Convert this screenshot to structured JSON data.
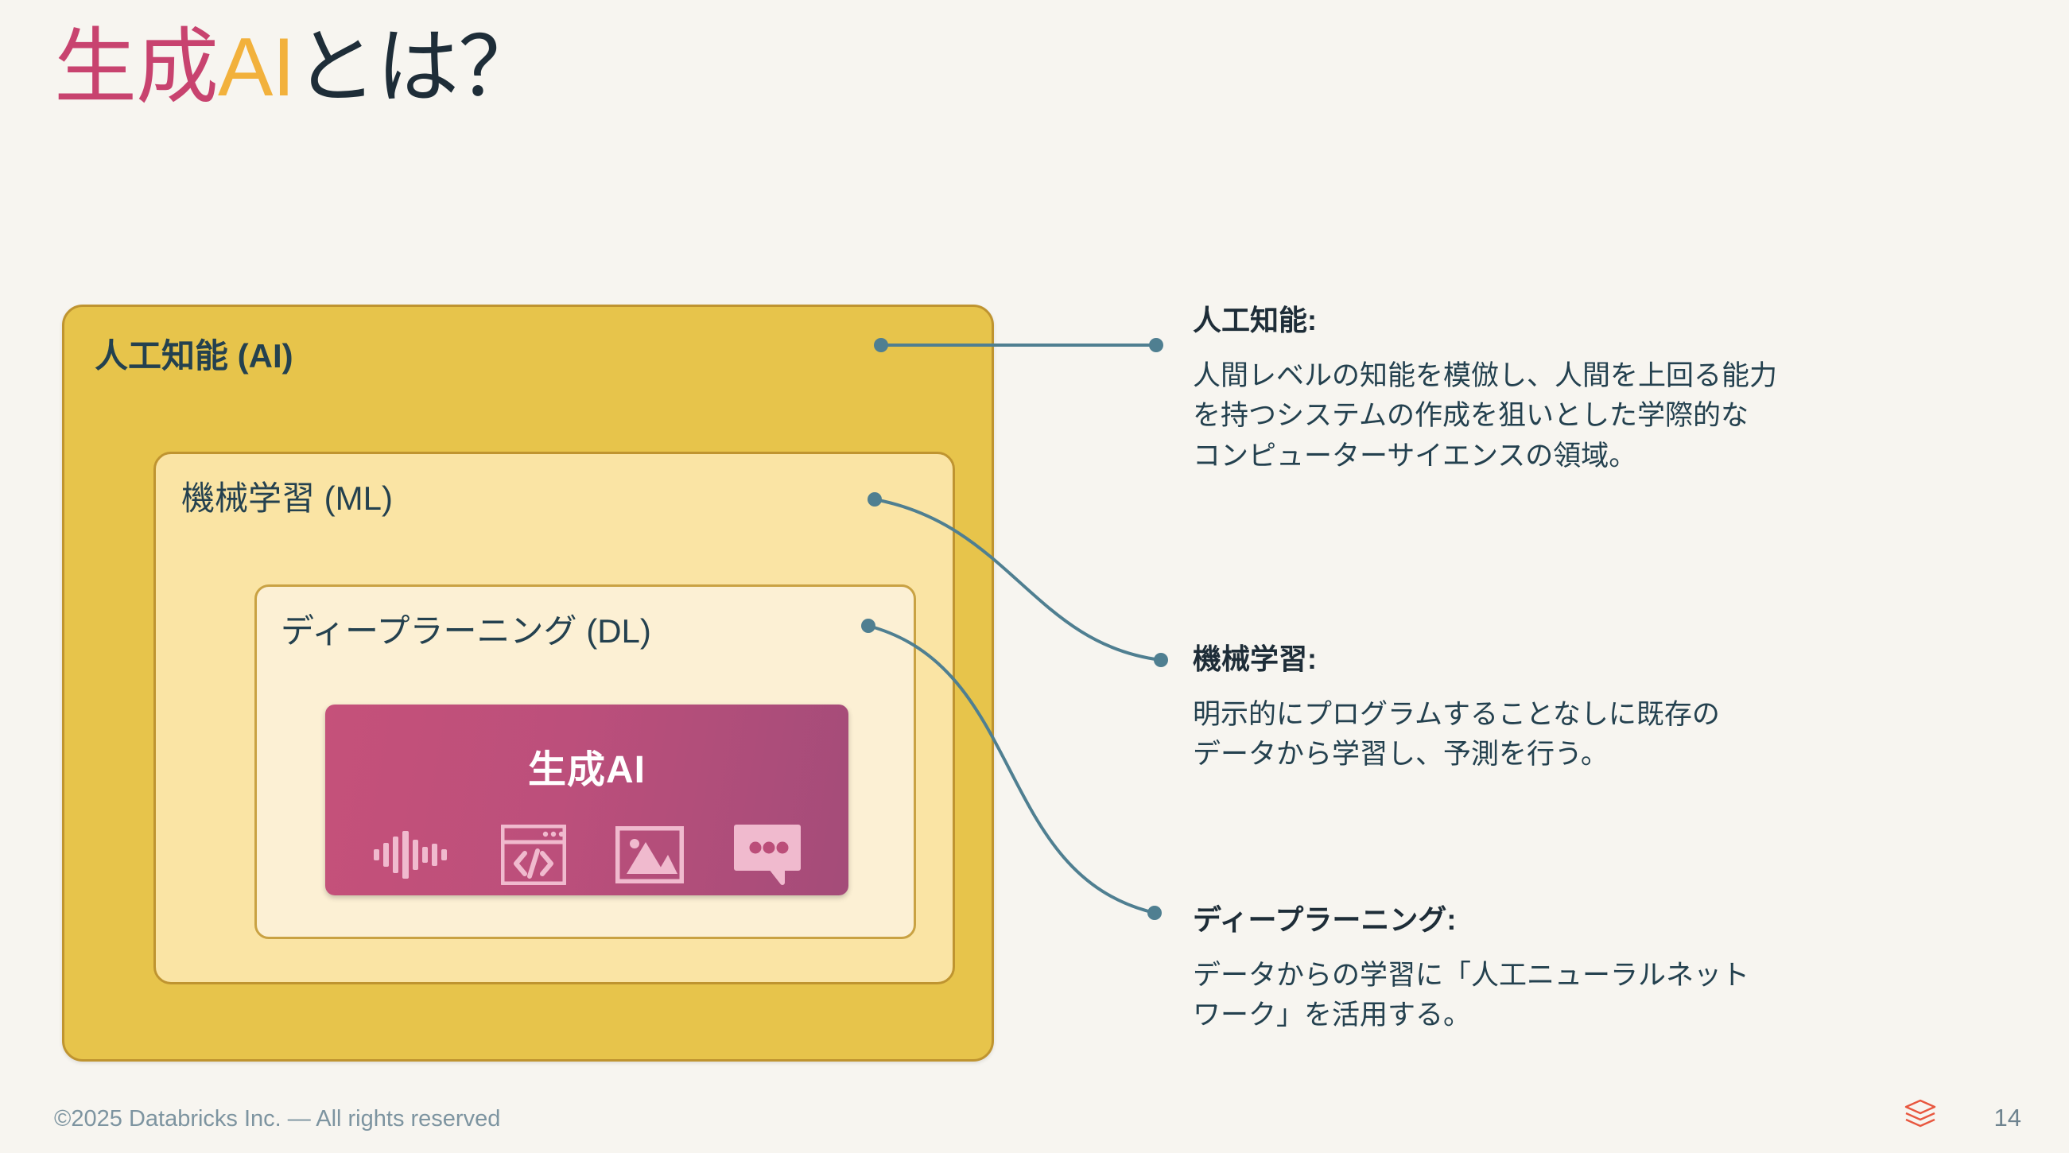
{
  "slide": {
    "title": {
      "part_pink": "生成",
      "part_amber": "AI",
      "part_navy": "とは？"
    },
    "colors": {
      "background": "#F7F5F0",
      "title_pink": "#C8436F",
      "title_amber": "#F2B13C",
      "title_navy": "#1E2D38",
      "ai_box": "#E7C44B",
      "ml_box": "#FAE4A4",
      "dl_box": "#FCF0D4",
      "gen_ai_box": "#C5517A",
      "box_border": "#BF9430",
      "connector": "#4F7F91",
      "footer_text": "#7D94A0",
      "databricks_red": "#E8573F"
    }
  },
  "diagram": {
    "layers": [
      {
        "id": "ai",
        "label": "人工知能 (AI)"
      },
      {
        "id": "ml",
        "label": "機械学習 (ML)"
      },
      {
        "id": "dl",
        "label": "ディープラーニング (DL)"
      },
      {
        "id": "gen",
        "label": "生成AI"
      }
    ],
    "gen_ai_icons": [
      {
        "name": "audio-waveform-icon",
        "meaning": "音声"
      },
      {
        "name": "code-window-icon",
        "meaning": "コード"
      },
      {
        "name": "image-picture-icon",
        "meaning": "画像"
      },
      {
        "name": "chat-bubble-icon",
        "meaning": "テキスト"
      }
    ]
  },
  "annotations": [
    {
      "id": "ai",
      "heading": "人工知能:",
      "body": "人間レベルの知能を模倣し、人間を上回る能力\nを持つシステムの作成を狙いとした学際的な\nコンピューターサイエンスの領域。"
    },
    {
      "id": "ml",
      "heading": "機械学習:",
      "body": "明示的にプログラムすることなしに既存の\nデータから学習し、予測を行う。"
    },
    {
      "id": "dl",
      "heading": "ディープラーニング:",
      "body": "データからの学習に「人工ニューラルネット\nワーク」を活用する。"
    }
  ],
  "footer": {
    "copyright": "©2025 Databricks Inc. — All rights reserved",
    "page_number": "14",
    "logo_name": "databricks-logo"
  }
}
